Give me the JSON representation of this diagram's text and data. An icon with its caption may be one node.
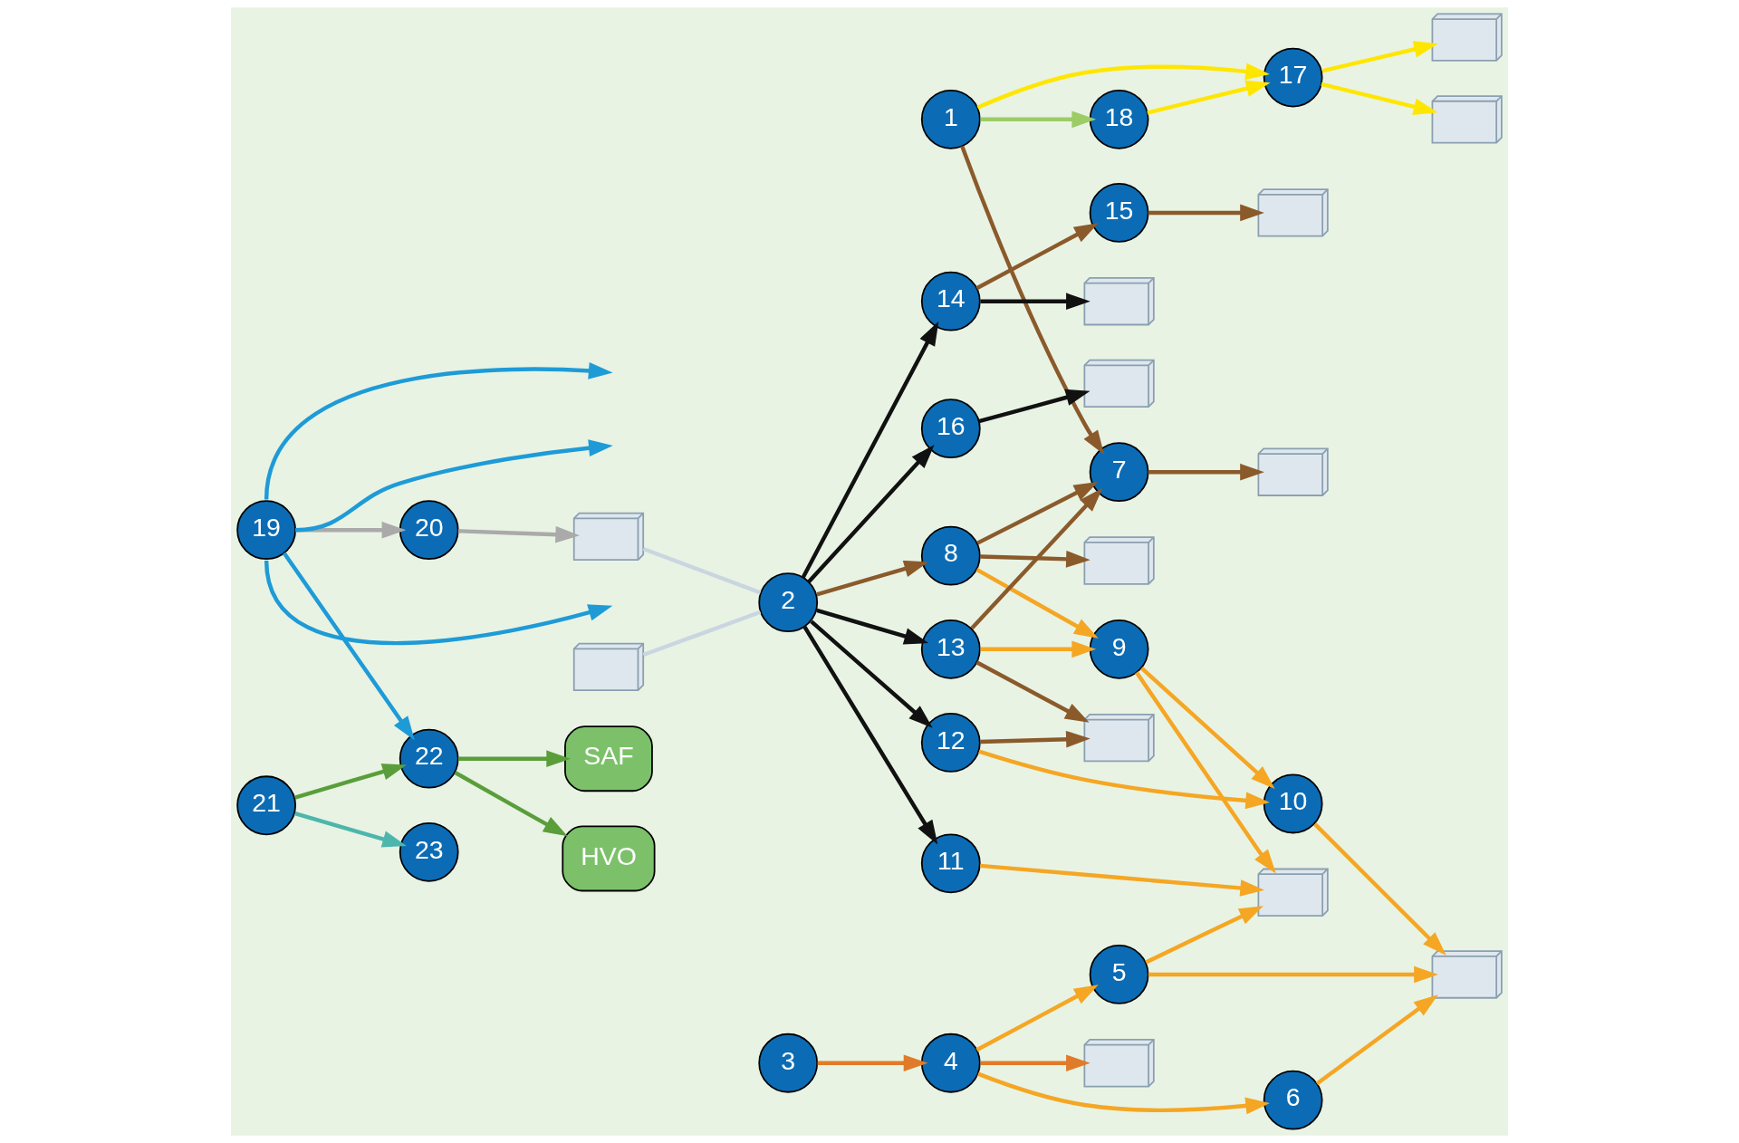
{
  "diagram": {
    "nodes": [
      {
        "text": [
          "1"
        ]
      },
      {
        "text": [
          "2"
        ]
      },
      {
        "text": [
          "3"
        ]
      },
      {
        "text": [
          "4"
        ]
      },
      {
        "text": [
          "5"
        ]
      },
      {
        "text": [
          "6"
        ]
      },
      {
        "text": [
          "7"
        ]
      },
      {
        "text": [
          "8"
        ]
      },
      {
        "text": [
          "9"
        ]
      },
      {
        "text": [
          "10"
        ]
      },
      {
        "text": [
          "11"
        ]
      },
      {
        "text": [
          "12"
        ]
      },
      {
        "text": [
          "13"
        ]
      },
      {
        "text": [
          "14"
        ]
      },
      {
        "text": [
          "15"
        ]
      },
      {
        "text": [
          "16"
        ]
      },
      {
        "text": [
          "17"
        ]
      },
      {
        "text": [
          "18"
        ]
      },
      {
        "text": [
          "19"
        ]
      },
      {
        "text": [
          "20"
        ]
      },
      {
        "text": [
          "21"
        ]
      },
      {
        "text": [
          "22"
        ]
      },
      {
        "text": [
          "23"
        ]
      },
      {
        "text": [],
        "shape": "picture"
      },
      {
        "text": [],
        "shape": "picture"
      },
      {
        "text": [],
        "shape": "picture"
      },
      {
        "text": [],
        "shape": "picture"
      },
      {
        "text": [],
        "shape": "picture"
      },
      {
        "text": [],
        "shape": "picture"
      },
      {
        "text": [
          "SAF"
        ]
      },
      {
        "text": [
          "HVO"
        ]
      },
      {
        "text": [],
        "shape": "picture"
      },
      {
        "text": [],
        "shape": "picture"
      },
      {
        "text": [],
        "shape": "picture"
      },
      {
        "text": [],
        "shape": "picture"
      },
      {
        "text": [],
        "shape": "picture"
      },
      {
        "text": [],
        "shape": "picture"
      },
      {
        "text": [],
        "shape": "picture"
      }
    ],
    "edges": [
      {
        "from": 23,
        "to": 1,
        "arrow": "none",
        "color": "#c9d6e0"
      },
      {
        "from": 24,
        "to": 1,
        "arrow": "none",
        "color": "#c9d6e0"
      },
      {
        "from": 0,
        "to": 17,
        "arrow": "to",
        "color": "#9ccc65"
      },
      {
        "from": 0,
        "to": 16,
        "arrow": "to",
        "color": "#ffe600"
      },
      {
        "from": 17,
        "to": 16,
        "arrow": "to",
        "color": "#ffe600"
      },
      {
        "from": 16,
        "to": 25,
        "arrow": "to",
        "color": "#ffe600"
      },
      {
        "from": 16,
        "to": 28,
        "arrow": "to",
        "color": "#ffe600"
      },
      {
        "from": 2,
        "to": 3,
        "arrow": "to",
        "color": "#e07b2a"
      },
      {
        "from": 0,
        "to": 6,
        "arrow": "to",
        "color": "#8b5a2b"
      },
      {
        "from": 1,
        "to": 7,
        "arrow": "to",
        "color": "#8b5a2b"
      },
      {
        "from": 7,
        "to": 6,
        "arrow": "to",
        "color": "#8b5a2b"
      },
      {
        "from": 12,
        "to": 6,
        "arrow": "to",
        "color": "#8b5a2b"
      },
      {
        "from": 6,
        "to": 32,
        "arrow": "to",
        "color": "#8b5a2b"
      },
      {
        "from": 7,
        "to": 33,
        "arrow": "to",
        "color": "#8b5a2b"
      },
      {
        "from": 12,
        "to": 34,
        "arrow": "to",
        "color": "#8b5a2b"
      },
      {
        "from": 11,
        "to": 34,
        "arrow": "to",
        "color": "#8b5a2b"
      },
      {
        "from": 13,
        "to": 14,
        "arrow": "to",
        "color": "#8b5a2b"
      },
      {
        "from": 14,
        "to": 35,
        "arrow": "to",
        "color": "#8b5a2b"
      },
      {
        "from": 3,
        "to": 31,
        "arrow": "to",
        "color": "#e07b2a"
      },
      {
        "from": 7,
        "to": 8,
        "arrow": "to",
        "color": "#f5a623"
      },
      {
        "from": 12,
        "to": 8,
        "arrow": "to",
        "color": "#f5a623"
      },
      {
        "from": 8,
        "to": 9,
        "arrow": "to",
        "color": "#f5a623"
      },
      {
        "from": 11,
        "to": 9,
        "arrow": "to",
        "color": "#f5a623"
      },
      {
        "from": 3,
        "to": 5,
        "arrow": "to",
        "color": "#f5a623"
      },
      {
        "from": 3,
        "to": 4,
        "arrow": "to",
        "color": "#f5a623"
      },
      {
        "from": 8,
        "to": 26,
        "arrow": "to",
        "color": "#f5a623"
      },
      {
        "from": 10,
        "to": 26,
        "arrow": "to",
        "color": "#f5a623"
      },
      {
        "from": 9,
        "to": 27,
        "arrow": "to",
        "color": "#f5a623"
      },
      {
        "from": 5,
        "to": 27,
        "arrow": "to",
        "color": "#f5a623"
      },
      {
        "from": 4,
        "to": 27,
        "arrow": "to",
        "color": "#f5a623"
      },
      {
        "from": 4,
        "to": 26,
        "arrow": "to",
        "color": "#f5a623"
      },
      {
        "from": 1,
        "to": 12,
        "arrow": "to",
        "color": "#111111"
      },
      {
        "from": 1,
        "to": 11,
        "arrow": "to",
        "color": "#111111"
      },
      {
        "from": 1,
        "to": 15,
        "arrow": "to",
        "color": "#111111"
      },
      {
        "from": 1,
        "to": 13,
        "arrow": "to",
        "color": "#111111"
      },
      {
        "from": 1,
        "to": 10,
        "arrow": "to",
        "color": "#111111"
      },
      {
        "from": 15,
        "to": 36,
        "arrow": "to",
        "color": "#111111"
      },
      {
        "from": 13,
        "to": 37,
        "arrow": "to",
        "color": "#111111"
      },
      {
        "from": 18,
        "to": 19,
        "arrow": "to",
        "color": "#aaaaaa"
      },
      {
        "from": 19,
        "to": 24,
        "arrow": "to",
        "color": "#aaaaaa"
      },
      {
        "from": 20,
        "to": 22,
        "arrow": "to",
        "color": "#4db6ac"
      },
      {
        "from": 18,
        "to": null,
        "arrow": "to",
        "color": "#1e9bd7"
      },
      {
        "from": 18,
        "to": null,
        "arrow": "to",
        "color": "#1e9bd7"
      },
      {
        "from": 18,
        "to": null,
        "arrow": "to",
        "color": "#1e9bd7"
      },
      {
        "from": 18,
        "to": 21,
        "arrow": "to",
        "color": "#1e9bd7"
      },
      {
        "from": 20,
        "to": 21,
        "arrow": "to",
        "color": "#5a9e3a"
      },
      {
        "from": 21,
        "to": 29,
        "arrow": "to",
        "color": "#5a9e3a"
      },
      {
        "from": 21,
        "to": 30,
        "arrow": "to",
        "color": "#5a9e3a"
      }
    ]
  }
}
